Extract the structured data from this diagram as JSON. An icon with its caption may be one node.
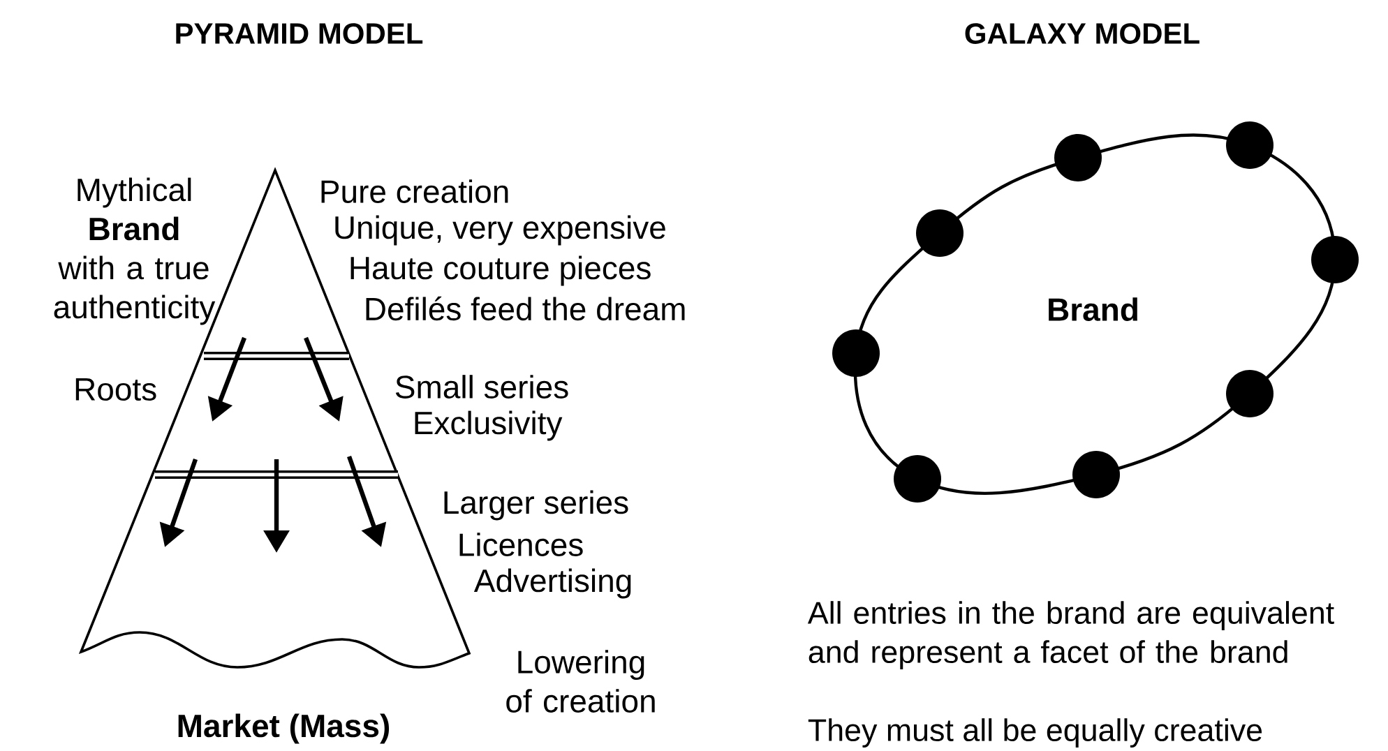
{
  "diagram": {
    "nodes": [
      {
        "text": [
          "Brand"
        ]
      },
      {
        "text": [],
        "shape": "circle"
      },
      {
        "text": [],
        "shape": "circle"
      },
      {
        "text": [],
        "shape": "circle"
      },
      {
        "text": [],
        "shape": "circle"
      },
      {
        "text": [],
        "shape": "circle"
      },
      {
        "text": [],
        "shape": "circle"
      },
      {
        "text": [],
        "shape": "circle"
      },
      {
        "text": [],
        "shape": "circle"
      }
    ],
    "labels": [
      "PYRAMID MODEL",
      "GALAXY MODEL",
      "Mythical **Brand** with a true authenticity",
      "Pure creation",
      "Unique, very expensive",
      "Haute couture pieces",
      "Defilés feed the dream",
      "Roots",
      "Small series",
      "Exclusivity",
      "Larger series",
      "Licences",
      "Advertising",
      "Lowering of creation",
      "Market (Mass)",
      "All entries in the brand are equivalent and represent a facet of the brand",
      "They must all be equally creative"
    ]
  }
}
